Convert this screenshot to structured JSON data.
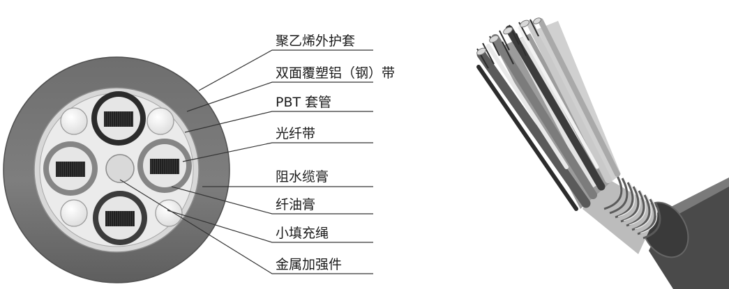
{
  "labels": [
    "聚乙烯外护套",
    "双面覆塑铝（钢）带",
    "PBT 套管",
    "光纤带",
    "阻水缆膏",
    "纤油膏",
    "小填充绳",
    "金属加强件"
  ],
  "colors": {
    "outer_sheath": "#757575",
    "armor_tape": "#d6d6d6",
    "core_fill": "#e9e9e9",
    "pbt_dark": "#2e2e2e",
    "pbt_gray": "#8a8a8a",
    "fiber_ribbon": "#111111",
    "filler": "#f2f2f2",
    "strength_member": "#d9d9d9",
    "leader_line": "#333333"
  }
}
